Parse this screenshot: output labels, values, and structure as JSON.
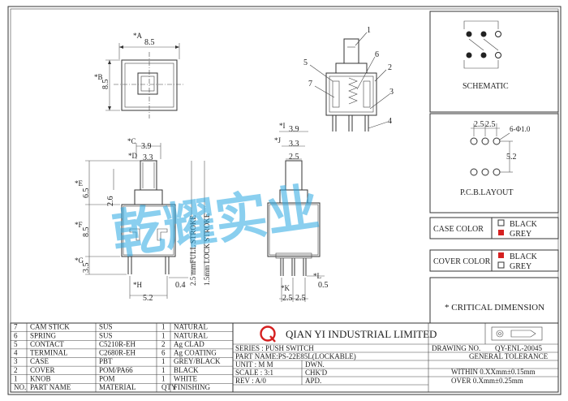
{
  "views": {
    "top": {
      "star_a": "*A",
      "dim_a": "8.5",
      "star_b": "*B",
      "dim_b": "8.5"
    },
    "front": {
      "star_c": "*C",
      "dim_c": "3.9",
      "star_d": "*D",
      "dim_d": "3.3",
      "star_e": "*E",
      "dim_e": "6.5",
      "dim_26": "2.6",
      "star_f": "*F",
      "dim_f": "8.5",
      "star_g": "*G",
      "dim_g": "3.5",
      "star_h": "*H",
      "dim_h": "5.2",
      "dim_04": "0.4",
      "full_stroke": "2.5 mmFULL STROKE",
      "lock_stroke": "1.5mm LOCK STROKE"
    },
    "side": {
      "star_i": "*I",
      "dim_i": "3.9",
      "star_j": "*J",
      "dim_j": "3.3",
      "dim_25": "2.5",
      "star_k": "*K",
      "dim_k1": "2.5",
      "dim_k2": "2.5",
      "star_l": "*L",
      "dim_l": "0.5"
    },
    "section": {
      "callouts": [
        "1",
        "2",
        "3",
        "4",
        "5",
        "6",
        "7"
      ]
    }
  },
  "schematic": {
    "label": "SCHEMATIC"
  },
  "pcb": {
    "label": "P.C.B.LAYOUT",
    "dim1": "2.5",
    "dim2": "2.5",
    "hole": "6-Φ1.0",
    "dim3": "5.2"
  },
  "case_color": {
    "label": "CASE COLOR",
    "opt1": "BLACK",
    "opt2": "GREY",
    "swatch_color": "#d52020"
  },
  "cover_color": {
    "label": "COVER COLOR",
    "opt1": "BLACK",
    "opt2": "GREY",
    "swatch_color": "#d52020"
  },
  "critical": "* CRITICAL DIMENSION",
  "watermark": "乾耀实业",
  "bom": {
    "rows": [
      {
        "no": "7",
        "name": "CAM STICK",
        "material": "SUS",
        "qty": "1",
        "finish": "NATURAL"
      },
      {
        "no": "6",
        "name": "SPRING",
        "material": "SUS",
        "qty": "1",
        "finish": "NATURAL"
      },
      {
        "no": "5",
        "name": "CONTACT",
        "material": "C5210R-EH",
        "qty": "2",
        "finish": "Ag CLAD"
      },
      {
        "no": "4",
        "name": "TERMINAL",
        "material": "C2680R-EH",
        "qty": "6",
        "finish": "Ag COATING"
      },
      {
        "no": "3",
        "name": "CASE",
        "material": "PBT",
        "qty": "1",
        "finish": "GREY/BLACK"
      },
      {
        "no": "2",
        "name": "COVER",
        "material": "POM/PA66",
        "qty": "1",
        "finish": "BLACK"
      },
      {
        "no": "1",
        "name": "KNOB",
        "material": "POM",
        "qty": "1",
        "finish": "WHITE"
      }
    ],
    "header": {
      "no": "NO.",
      "name": "PART NAME",
      "material": "MATERIAL",
      "qty": "QTY",
      "finish": "FINISHING"
    }
  },
  "title_block": {
    "company": "QIAN YI INDUSTRIAL LIMITED",
    "logo_letter": "Q",
    "series": "SERIES : PUSH SWITCH",
    "part_name": "PART NAME:PS-22E85L(LOCKABLE)",
    "unit": "UNIT : M M",
    "dwn": "DWN.",
    "scale": "SCALE : 3:1",
    "chkd": "CHK'D",
    "rev": "REV  : A/0",
    "apd": "APD.",
    "drawing_no_label": "DRAWING NO.",
    "drawing_no": "QY-ENL-20045",
    "general_tolerance": "GENERAL TOLERANCE",
    "tol1": "WITHIN 0.XXmm±0.15mm",
    "tol2": "OVER   0.Xmm±0.25mm"
  }
}
